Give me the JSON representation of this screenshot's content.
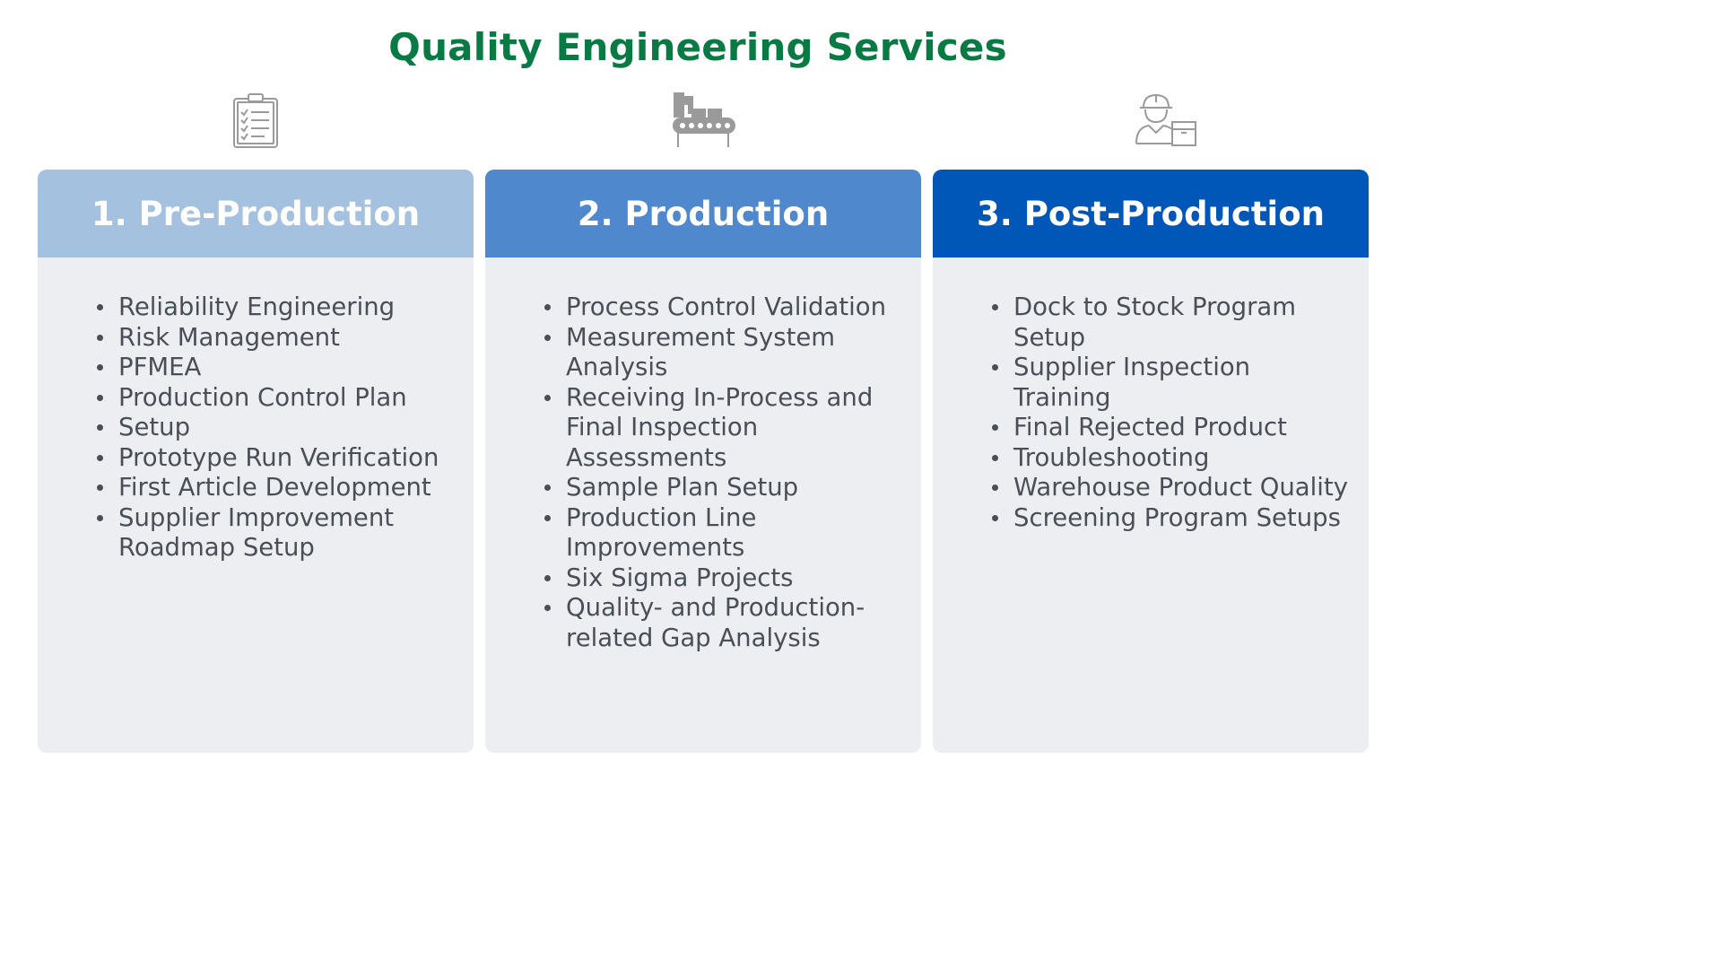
{
  "title": "Quality Engineering Services",
  "colors": {
    "title": "#0a7a45",
    "card_body": "#eceef2",
    "pre_production_header": "#a4c1e0",
    "production_header": "#4f88cc",
    "post_production_header": "#0057b8",
    "text": "#4a4f57",
    "icon": "#9a9a9a"
  },
  "columns": [
    {
      "icon": "clipboard-checklist-icon",
      "header": "1. Pre-Production",
      "items": [
        "Reliability Engineering",
        "Risk Management",
        "PFMEA",
        "Production Control Plan",
        "Setup",
        "Prototype Run Verification",
        "First Article Development",
        "Supplier Improvement Roadmap Setup"
      ]
    },
    {
      "icon": "factory-conveyor-icon",
      "header": "2. Production",
      "items": [
        "Process Control Validation",
        "Measurement System Analysis",
        "Receiving In-Process and Final Inspection Assessments",
        "Sample Plan Setup",
        "Production Line Improvements",
        "Six Sigma Projects",
        "Quality- and Production-related Gap Analysis"
      ]
    },
    {
      "icon": "worker-with-box-icon",
      "header": "3. Post-Production",
      "items": [
        "Dock to Stock Program Setup",
        "Supplier Inspection Training",
        "Final Rejected Product",
        "Troubleshooting",
        "Warehouse Product Quality",
        "Screening Program Setups"
      ]
    }
  ]
}
